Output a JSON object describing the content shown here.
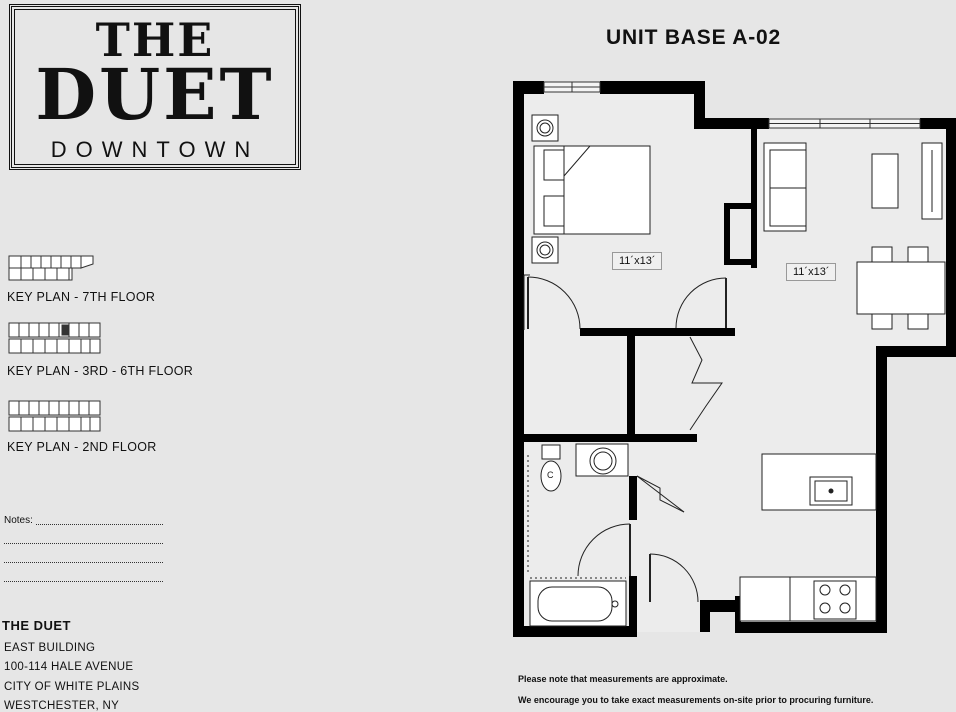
{
  "logo": {
    "line1": "THE",
    "line2": "DUET",
    "line3": "DOWNTOWN"
  },
  "key_plans": [
    {
      "label": "KEY PLAN - 7TH FLOOR"
    },
    {
      "label": "KEY PLAN - 3RD - 6TH FLOOR"
    },
    {
      "label": "KEY PLAN - 2ND FLOOR"
    }
  ],
  "notes": {
    "label": "Notes:"
  },
  "building": {
    "name": "THE DUET",
    "address_lines": [
      "EAST BUILDING",
      "100-114 HALE AVENUE",
      "CITY OF WHITE PLAINS",
      "WESTCHESTER, NY"
    ]
  },
  "unit": {
    "title": "UNIT BASE A-02",
    "bedroom_dims": "11´x13´",
    "living_dims": "11´x13´"
  },
  "disclaimers": [
    "Please note that measurements are approximate.",
    "We encourage you to take exact measurements on-site prior to procuring furniture."
  ]
}
